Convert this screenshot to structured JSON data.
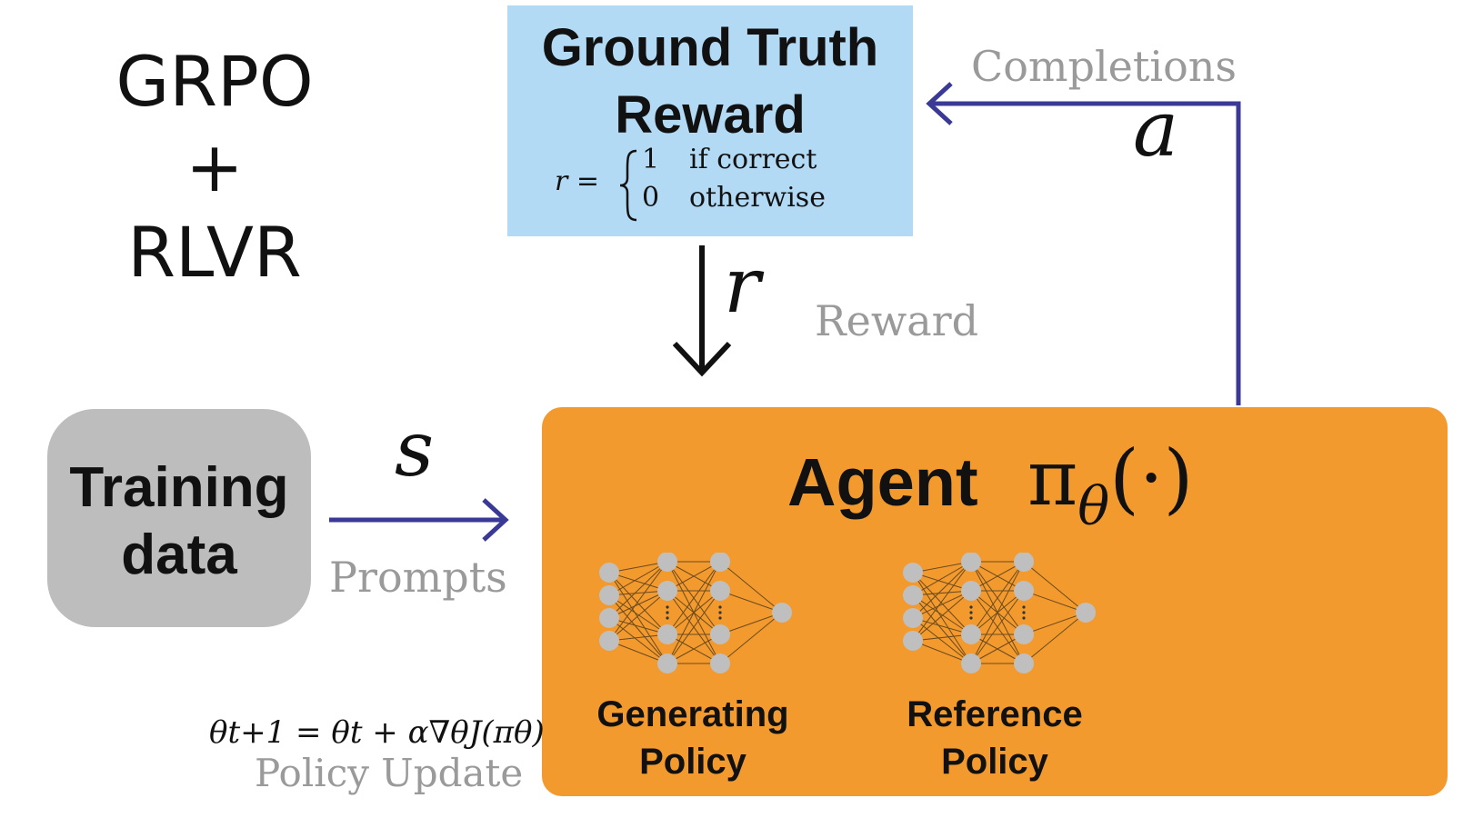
{
  "title": {
    "line1": "GRPO",
    "line2": "+",
    "line3": "RLVR"
  },
  "ground_truth": {
    "title_line1": "Ground Truth",
    "title_line2": "Reward",
    "formula_lhs": "r =",
    "case1_value": "1",
    "case1_condition": "if correct",
    "case2_value": "0",
    "case2_condition": "otherwise"
  },
  "training": {
    "line1": "Training",
    "line2": "data"
  },
  "agent": {
    "label": "Agent",
    "pi": "π",
    "theta": "θ",
    "args": "(·)"
  },
  "policies": {
    "generating_line1": "Generating",
    "generating_line2": "Policy",
    "reference_line1": "Reference",
    "reference_line2": "Policy"
  },
  "edges": {
    "prompts_var": "s",
    "prompts_label": "Prompts",
    "reward_var": "r",
    "reward_label": "Reward",
    "completions_var": "a",
    "completions_label": "Completions"
  },
  "update": {
    "formula": "θt+1 = θt + α∇θJ(πθ)",
    "label": "Policy Update"
  },
  "colors": {
    "gt_box": "#b3daf5",
    "agent_box": "#f39a2e",
    "training_box": "#bdbdbd",
    "arrow_blue": "#3a3a96",
    "node": "#bfbfbf"
  }
}
